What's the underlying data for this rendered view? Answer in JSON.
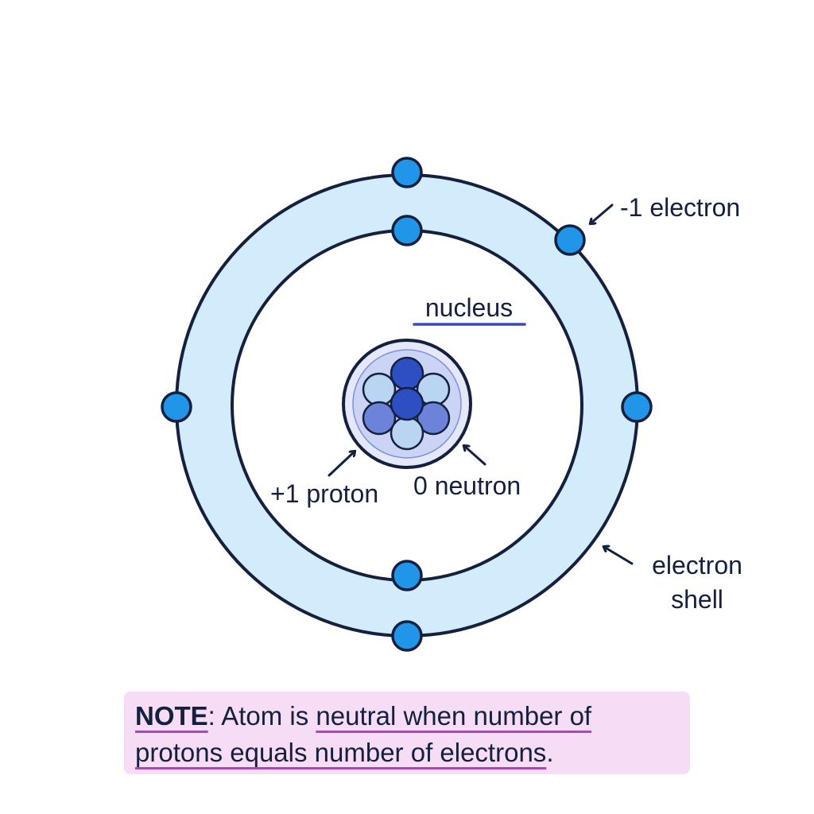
{
  "labels": {
    "electron": "-1 electron",
    "nucleus": "nucleus",
    "proton": "+1 proton",
    "neutron": "0 neutron",
    "shell_line1": "electron",
    "shell_line2": "shell"
  },
  "note": {
    "prefix": "NOTE",
    "colon": ":",
    "text_a": " Atom is ",
    "text_b": "neutral when number of",
    "text_c": "protons equals number of electrons",
    "text_d": "."
  },
  "colors": {
    "shell_fill": "#d3ecfb",
    "outline": "#14203e",
    "electron": "#2196e8",
    "nucleus_fill": "#d4dbf6",
    "proton_dark": "#2d4fc1",
    "neutron_light": "#b9d5f1",
    "nucleus_underline": "#3a49c0",
    "note_bg": "#f6dcf5",
    "note_underline": "#b33fc9"
  }
}
